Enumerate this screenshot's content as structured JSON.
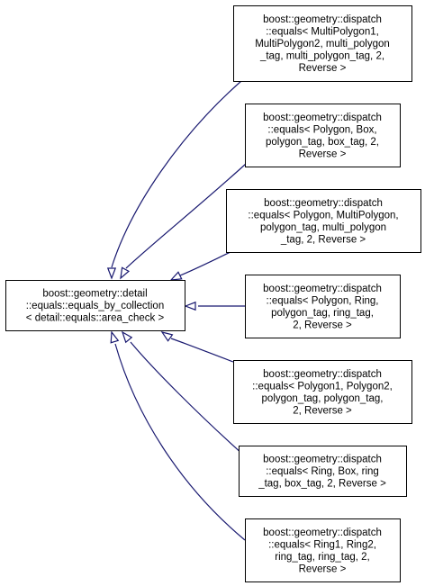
{
  "colors": {
    "edge": "#191970",
    "box_border": "#000000",
    "text": "#000000",
    "background": "#ffffff"
  },
  "base": {
    "id": "equals_by_collection",
    "lines": [
      "boost::geometry::detail",
      "::equals::equals_by_collection",
      "< detail::equals::area_check >"
    ]
  },
  "derived": [
    {
      "id": "mp_mp",
      "lines": [
        "boost::geometry::dispatch",
        "::equals< MultiPolygon1,",
        "MultiPolygon2, multi_polygon",
        "_tag, multi_polygon_tag, 2,",
        "Reverse >"
      ]
    },
    {
      "id": "poly_box",
      "lines": [
        "boost::geometry::dispatch",
        "::equals< Polygon, Box,",
        "polygon_tag, box_tag, 2,",
        "Reverse >"
      ]
    },
    {
      "id": "poly_mp",
      "lines": [
        "boost::geometry::dispatch",
        "::equals< Polygon, MultiPolygon,",
        "polygon_tag, multi_polygon",
        "_tag, 2, Reverse >"
      ]
    },
    {
      "id": "poly_ring",
      "lines": [
        "boost::geometry::dispatch",
        "::equals< Polygon, Ring,",
        "polygon_tag, ring_tag,",
        "2, Reverse >"
      ]
    },
    {
      "id": "poly_poly",
      "lines": [
        "boost::geometry::dispatch",
        "::equals< Polygon1, Polygon2,",
        "polygon_tag, polygon_tag,",
        "2, Reverse >"
      ]
    },
    {
      "id": "ring_box",
      "lines": [
        "boost::geometry::dispatch",
        "::equals< Ring, Box, ring",
        "_tag, box_tag, 2, Reverse >"
      ]
    },
    {
      "id": "ring_ring",
      "lines": [
        "boost::geometry::dispatch",
        "::equals< Ring1, Ring2,",
        "ring_tag, ring_tag, 2,",
        "Reverse >"
      ]
    }
  ]
}
